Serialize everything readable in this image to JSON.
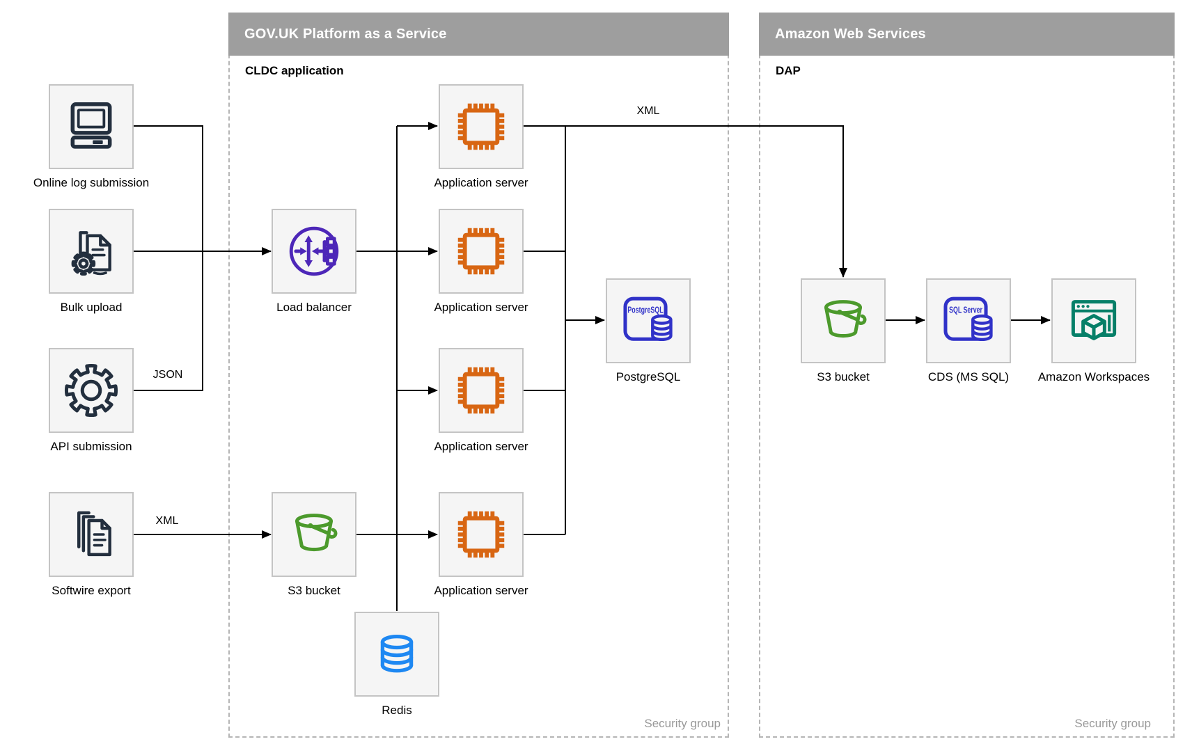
{
  "regions": {
    "paas": {
      "title": "GOV.UK Platform as a Service",
      "sublabel": "CLDC application",
      "security_label": "Security group"
    },
    "aws": {
      "title": "Amazon Web Services",
      "sublabel": "DAP",
      "security_label": "Security group"
    }
  },
  "nodes": {
    "online_log": {
      "label": "Online log submission",
      "icon": "desktop-computer-icon"
    },
    "bulk_upload": {
      "label": "Bulk upload",
      "icon": "document-gear-icon"
    },
    "api_submission": {
      "label": "API submission",
      "icon": "gear-icon"
    },
    "softwire_export": {
      "label": "Softwire export",
      "icon": "document-stack-icon"
    },
    "load_balancer": {
      "label": "Load balancer",
      "icon": "load-balancer-icon"
    },
    "app_server_1": {
      "label": "Application server",
      "icon": "chip-icon"
    },
    "app_server_2": {
      "label": "Application server",
      "icon": "chip-icon"
    },
    "app_server_3": {
      "label": "Application server",
      "icon": "chip-icon"
    },
    "app_server_4": {
      "label": "Application server",
      "icon": "chip-icon"
    },
    "paas_s3": {
      "label": "S3 bucket",
      "icon": "s3-bucket-icon"
    },
    "redis": {
      "label": "Redis",
      "icon": "database-cylinder-icon"
    },
    "postgresql": {
      "label": "PostgreSQL",
      "icon": "postgresql-badge-icon",
      "icon_text": "PostgreSQL"
    },
    "aws_s3": {
      "label": "S3 bucket",
      "icon": "s3-bucket-icon"
    },
    "cds": {
      "label": "CDS (MS SQL)",
      "icon": "sql-server-badge-icon",
      "icon_text": "SQL Server"
    },
    "workspaces": {
      "label": "Amazon Workspaces",
      "icon": "workspaces-icon"
    }
  },
  "edge_labels": {
    "json": "JSON",
    "softwire_xml": "XML",
    "app_to_dap_xml": "XML"
  },
  "colors": {
    "region_header_bg": "#9e9e9e",
    "region_header_text": "#ffffff",
    "region_border": "#b5b5b5",
    "node_fill": "#f5f5f5",
    "node_border": "#c4c4c4",
    "edge": "#000000",
    "security_text": "#999999",
    "icon_navy": "#232f3e",
    "icon_purple": "#4d27b8",
    "icon_orange": "#d86613",
    "icon_green": "#4c9a2c",
    "icon_blue": "#1e88f2",
    "icon_indigo": "#3032c8",
    "icon_teal": "#067f68"
  }
}
